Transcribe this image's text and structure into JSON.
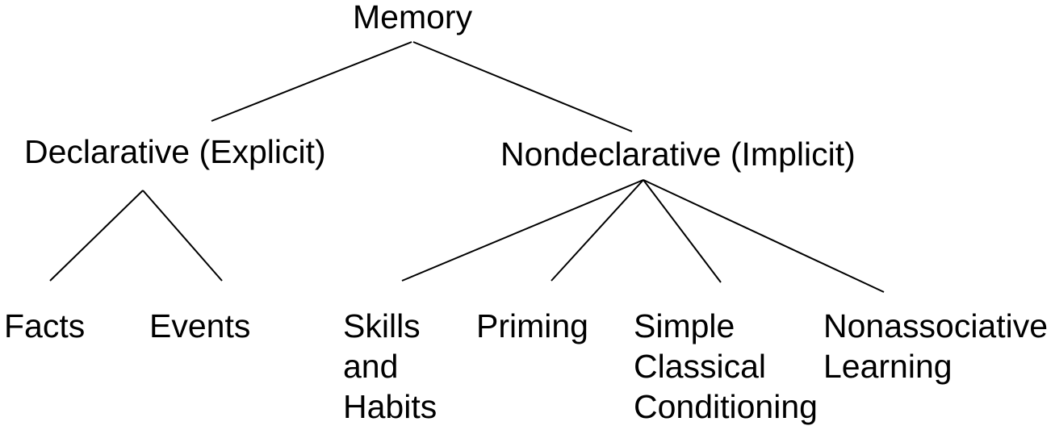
{
  "diagram": {
    "type": "tree",
    "background_color": "#ffffff",
    "text_color": "#000000",
    "line_color": "#000000",
    "nodes": {
      "memory": {
        "label": "Memory",
        "lines": [
          "Memory"
        ]
      },
      "declarative": {
        "label": "Declarative (Explicit)",
        "lines": [
          "Declarative (Explicit)"
        ]
      },
      "nondeclarative": {
        "label": "Nondeclarative (Implicit)",
        "lines": [
          "Nondeclarative (Implicit)"
        ]
      },
      "facts": {
        "label": "Facts",
        "lines": [
          "Facts"
        ]
      },
      "events": {
        "label": "Events",
        "lines": [
          "Events"
        ]
      },
      "skills_and_habits": {
        "label": "Skills and Habits",
        "lines": [
          "Skills",
          "and",
          "Habits"
        ]
      },
      "priming": {
        "label": "Priming",
        "lines": [
          "Priming"
        ]
      },
      "simple_classical_conditioning": {
        "label": "Simple Classical Conditioning",
        "lines": [
          "Simple",
          "Classical",
          "Conditioning"
        ]
      },
      "nonassociative_learning": {
        "label": "Nonassociative Learning",
        "lines": [
          "Nonassociative",
          "Learning"
        ]
      }
    },
    "edges": [
      {
        "from": "memory",
        "to": "declarative"
      },
      {
        "from": "memory",
        "to": "nondeclarative"
      },
      {
        "from": "declarative",
        "to": "facts"
      },
      {
        "from": "declarative",
        "to": "events"
      },
      {
        "from": "nondeclarative",
        "to": "skills_and_habits"
      },
      {
        "from": "nondeclarative",
        "to": "priming"
      },
      {
        "from": "nondeclarative",
        "to": "simple_classical_conditioning"
      },
      {
        "from": "nondeclarative",
        "to": "nonassociative_learning"
      }
    ]
  }
}
